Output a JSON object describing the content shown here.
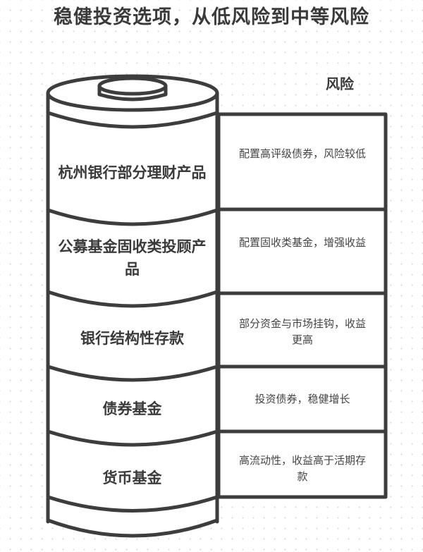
{
  "title": "稳健投资选项，从低风险到中等风险",
  "axis_label": "风险",
  "colors": {
    "stroke": "#3d3d3d",
    "background": "#ffffff",
    "grid_dot": "#d9d9d9"
  },
  "layers": [
    {
      "name": "杭州银行部分理财产品",
      "description": "配置高评级债券，风险较低"
    },
    {
      "name": "公募基金固收类投顾产品",
      "description": "配置固收类基金，增强收益"
    },
    {
      "name": "银行结构性存款",
      "description": "部分资金与市场挂钩，收益更高"
    },
    {
      "name": "债券基金",
      "description": "投资债券，稳健增长"
    },
    {
      "name": "货币基金",
      "description": "高流动性，收益高于活期存款"
    }
  ]
}
